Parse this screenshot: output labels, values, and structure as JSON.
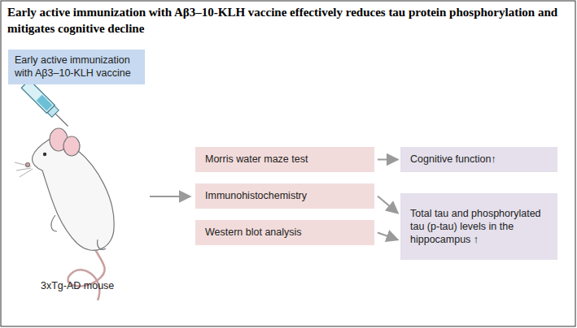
{
  "diagram": {
    "title": "Early active immunization with Aβ3–10-KLH vaccine effectively reduces tau protein phosphorylation and mitigates cognitive decline",
    "nodes": [
      {
        "text": [
          "Early active immunization with Aβ3–10-KLH vaccine"
        ]
      },
      {
        "text": [
          "Morris water maze test"
        ]
      },
      {
        "text": [
          "Immunohistochemistry"
        ]
      },
      {
        "text": [
          "Western blot analysis"
        ]
      },
      {
        "text": [
          "Cognitive function↑"
        ]
      },
      {
        "text": [
          "Total tau and phosphorylated tau (p-tau) levels in the hippocampus ↑"
        ]
      }
    ],
    "edges": [
      {
        "from": 1,
        "to": 4,
        "arrow": "to"
      },
      {
        "from": 2,
        "to": 5,
        "arrow": "to"
      },
      {
        "from": 3,
        "to": 5,
        "arrow": "to"
      }
    ],
    "labels": [
      "3xTg-AD mouse"
    ]
  }
}
